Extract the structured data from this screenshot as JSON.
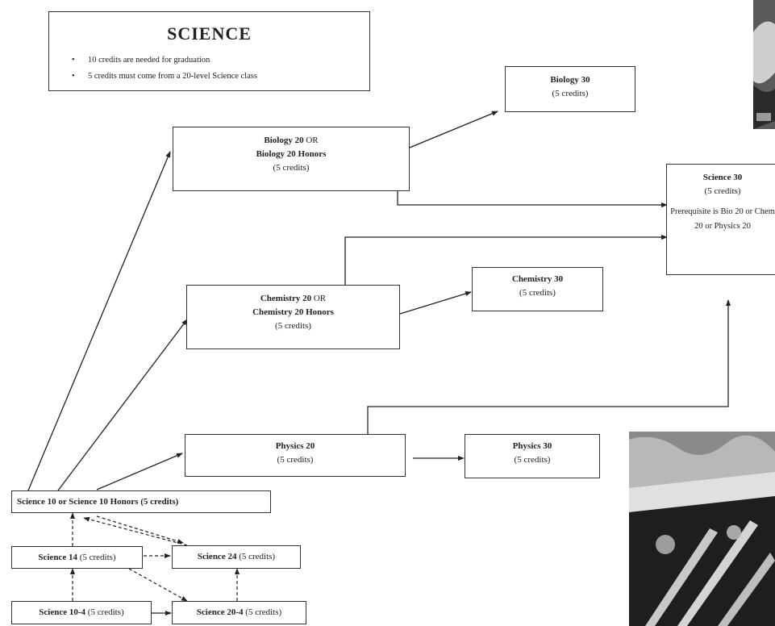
{
  "header": {
    "title": "SCIENCE",
    "bullets": [
      "10 credits are needed for graduation",
      "5 credits must come from a 20-level Science class"
    ]
  },
  "courses": {
    "biology30": {
      "title": "Biology 30",
      "credits": "(5 credits)"
    },
    "biology20": {
      "title": "Biology 20",
      "or": "OR",
      "honors": "Biology 20 Honors",
      "credits": "(5 credits)"
    },
    "science30": {
      "title": "Science 30",
      "credits": "(5 credits)",
      "prereq": "Prerequisite is Bio 20 or Chem 20 or Physics 20"
    },
    "chemistry20": {
      "title": "Chemistry 20",
      "or": "OR",
      "honors": "Chemistry 20 Honors",
      "credits": "(5 credits)"
    },
    "chemistry30": {
      "title": "Chemistry 30",
      "credits": "(5 credits)"
    },
    "physics20": {
      "title": "Physics 20",
      "credits": "(5 credits)"
    },
    "physics30": {
      "title": "Physics 30",
      "credits": "(5 credits)"
    },
    "science10": {
      "title": "Science 10",
      "or": "or",
      "honors": "Science 10 Honors",
      "credits": "(5 credits)"
    },
    "science14": {
      "title": "Science 14",
      "credits": "(5 credits)"
    },
    "science24": {
      "title": "Science 24",
      "credits": "(5 credits)"
    },
    "science10_4": {
      "title": "Science 10-4",
      "credits": "(5 credits)"
    },
    "science20_4": {
      "title": "Science 20-4",
      "credits": "(5 credits)"
    }
  },
  "colors": {
    "line": "#222222",
    "border": "#333333"
  },
  "photos": [
    "lab-photo-top-right",
    "lab-photo-bottom-right"
  ]
}
